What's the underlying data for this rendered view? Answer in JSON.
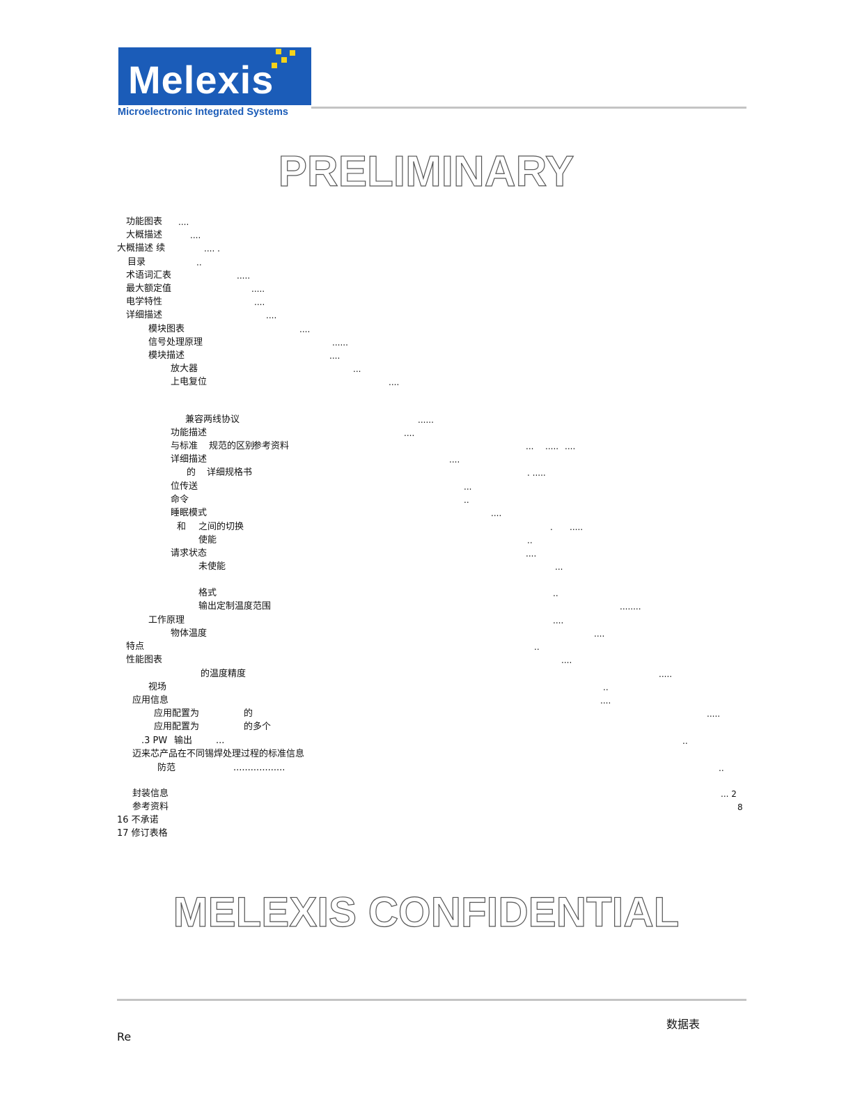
{
  "header": {
    "logo_text": "Melexis",
    "tagline": "Microelectronic Integrated Systems",
    "brand_color": "#1b5cb8",
    "accent_color": "#f5d21a"
  },
  "watermark": {
    "line1": "PRELIMINARY",
    "line2": "MELEXIS CONFIDENTIAL"
  },
  "toc": [
    {
      "segments": [
        "功能图表"
      ],
      "leaders": [
        "...."
      ]
    },
    {
      "segments": [
        "大概描述"
      ],
      "leaders": [
        "...."
      ]
    },
    {
      "segments": [
        "大概描述  续"
      ],
      "leaders": [
        ".... ."
      ]
    },
    {
      "segments": [
        "目录"
      ],
      "leaders": [
        ".."
      ]
    },
    {
      "segments": [
        "术语词汇表"
      ],
      "leaders": [
        "....."
      ]
    },
    {
      "segments": [
        "最大额定值"
      ],
      "leaders": [
        "....."
      ]
    },
    {
      "segments": [
        "电学特性"
      ],
      "leaders": [
        "...."
      ]
    },
    {
      "segments": [
        "详细描述"
      ],
      "leaders": [
        "...."
      ]
    },
    {
      "segments": [
        "模块图表"
      ],
      "leaders": [
        "...."
      ]
    },
    {
      "segments": [
        "信号处理原理"
      ],
      "leaders": [
        "......"
      ]
    },
    {
      "segments": [
        "模块描述"
      ],
      "leaders": [
        "...."
      ]
    },
    {
      "segments": [
        "放大器"
      ],
      "leaders": [
        "..."
      ]
    },
    {
      "segments": [
        "上电复位"
      ],
      "leaders": [
        "...."
      ]
    },
    {
      "segments": [
        "兼容两线协议"
      ],
      "leaders": [
        "......"
      ]
    },
    {
      "segments": [
        "功能描述"
      ],
      "leaders": [
        "...."
      ]
    },
    {
      "segments": [
        "与标准",
        "规范的区别",
        "参考资料"
      ],
      "leaders": [
        "...",
        ".....",
        "...."
      ]
    },
    {
      "segments": [
        "详细描述"
      ],
      "leaders": [
        "...."
      ]
    },
    {
      "segments": [
        "的",
        "详细规格书"
      ],
      "leaders": [
        ". ....."
      ]
    },
    {
      "segments": [
        "位传送"
      ],
      "leaders": [
        "..."
      ]
    },
    {
      "segments": [
        "命令"
      ],
      "leaders": [
        ".."
      ]
    },
    {
      "segments": [
        "睡眠模式"
      ],
      "leaders": [
        "...."
      ]
    },
    {
      "segments": [
        "和",
        "之间的切换"
      ],
      "leaders": [
        ".",
        "....."
      ]
    },
    {
      "segments": [
        "使能"
      ],
      "leaders": [
        ".."
      ]
    },
    {
      "segments": [
        "请求状态"
      ],
      "leaders": [
        "...."
      ]
    },
    {
      "segments": [
        "未使能"
      ],
      "leaders": [
        "..."
      ]
    },
    {
      "segments": [
        "格式"
      ],
      "leaders": [
        ".."
      ]
    },
    {
      "segments": [
        "输出定制温度范围"
      ],
      "leaders": [
        "........"
      ]
    },
    {
      "segments": [
        "工作原理"
      ],
      "leaders": [
        "...."
      ]
    },
    {
      "segments": [
        "物体温度"
      ],
      "leaders": [
        "...."
      ]
    },
    {
      "segments": [
        "特点"
      ],
      "leaders": [
        ".."
      ]
    },
    {
      "segments": [
        "性能图表"
      ],
      "leaders": [
        "...."
      ]
    },
    {
      "segments": [
        "的温度精度"
      ],
      "leaders": [
        "....."
      ]
    },
    {
      "segments": [
        "视场"
      ],
      "leaders": [
        ".."
      ]
    },
    {
      "segments": [
        "应用信息"
      ],
      "leaders": [
        "...."
      ]
    },
    {
      "segments": [
        "应用配置为",
        "的"
      ],
      "leaders": [
        "....."
      ]
    },
    {
      "segments": [
        "应用配置为",
        "的多个"
      ],
      "leaders": []
    },
    {
      "segments": [
        ".3 PW",
        "输出",
        "..."
      ],
      "leaders": [
        ".."
      ]
    },
    {
      "segments": [
        "迈来芯产品在不同锡焊处理过程的标准信息"
      ],
      "leaders": []
    },
    {
      "segments": [
        "防范",
        ".................."
      ],
      "leaders": [
        ".."
      ]
    },
    {
      "segments": [
        "封装信息"
      ],
      "leaders": [
        "... 2"
      ]
    },
    {
      "segments": [
        "参考资料"
      ],
      "leaders": [
        "8"
      ]
    },
    {
      "segments": [
        "16 不承诺"
      ],
      "leaders": []
    },
    {
      "segments": [
        "17 修订表格"
      ],
      "leaders": []
    }
  ],
  "footer": {
    "doc_type": "数据表",
    "revision": "Re"
  }
}
